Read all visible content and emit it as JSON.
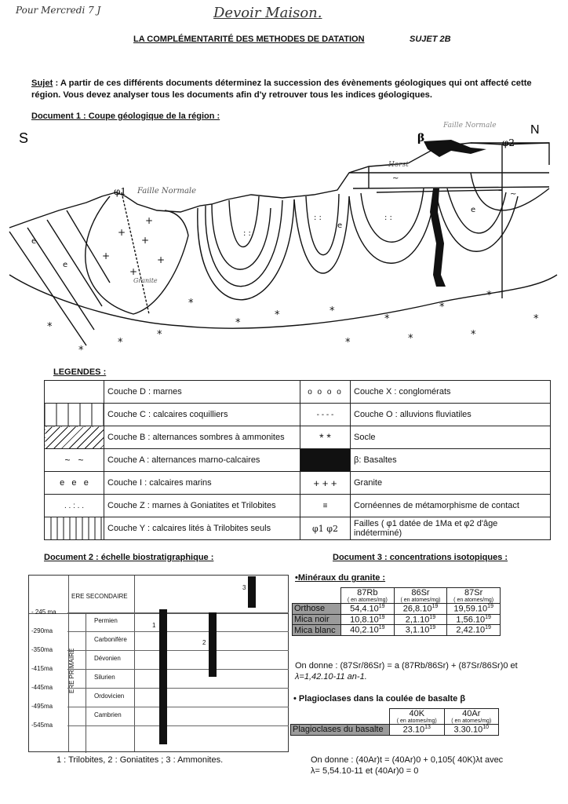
{
  "handwriting": {
    "left_note": "Pour Mercredi 7 J",
    "top_title": "Devoir Maison."
  },
  "header": {
    "title": "LA COMPLÉMENTARITÉ DES METHODES DE DATATION",
    "subject": "SUJET 2B"
  },
  "sujet": {
    "label": "Sujet",
    "text": " : A partir de ces différents documents déterminez la succession des évènements géologiques qui ont affecté cette région. Vous devez analyser tous les documents afin d'y retrouver tous les indices géologiques."
  },
  "doc1": {
    "title": "Document 1 : Coupe géologique de la région :",
    "s": "S",
    "n": "N",
    "beta": "β",
    "phi1": "φ1",
    "phi2": "φ2",
    "faille": "Faille Normale",
    "faille2": "Faille Normale",
    "horst": "Horst",
    "granite_note": "Granite"
  },
  "legend": {
    "title": "LEGENDES :",
    "rows": [
      [
        "Couche D : marnes",
        "Couche X : conglomérats"
      ],
      [
        "Couche C : calcaires coquilliers",
        "Couche O : alluvions fluviatiles"
      ],
      [
        "Couche B : alternances sombres à ammonites",
        "Socle"
      ],
      [
        "Couche A : alternances marno-calcaires",
        "β: Basaltes"
      ],
      [
        "Couche I : calcaires marins",
        "Granite"
      ],
      [
        "Couche Z : marnes à Goniatites et Trilobites",
        "Cornéennes de métamorphisme de contact"
      ],
      [
        "Couche Y : calcaires lités à Trilobites seuls",
        "Failles ( φ1 datée de 1Ma et φ2 d'âge indéterminé)"
      ]
    ],
    "phi_symbol": "φ1 φ2"
  },
  "doc2": {
    "title": "Document 2 : échelle biostratigraphique :",
    "ere_secondaire": "ERE SECONDAIRE",
    "ere_primaire": "ERE PRIMAIRE",
    "ages": [
      "- 245 ma",
      "-290ma",
      "-350ma",
      "-415ma",
      "-445ma",
      "-495ma",
      "-545ma"
    ],
    "periods": [
      "Permien",
      "Carbonifère",
      "Dévonien",
      "Silurien",
      "Ordovicien",
      "Cambrien"
    ],
    "n1": "1",
    "n2": "2",
    "n3": "3",
    "caption": "1 : Trilobites, 2 : Goniatites ; 3 : Ammonites."
  },
  "doc3": {
    "title": "Document 3 : concentrations isotopiques :",
    "granite": {
      "heading": "•Minéraux du granite :",
      "headers": [
        "87Rb",
        "86Sr",
        "87Sr"
      ],
      "unit": "( en atomes/mg)",
      "rows": [
        [
          "Orthose",
          "54,4.10",
          "19",
          "26,8.10",
          "19",
          "19,59.10",
          "19"
        ],
        [
          "Mica noir",
          "10,8.10",
          "19",
          "2,1.10",
          "19",
          "1,56.10",
          "19"
        ],
        [
          "Mica blanc",
          "40,2.10",
          "19",
          "3,1.10",
          "19",
          "2,42.10",
          "19"
        ]
      ],
      "formula": "On donne : (87Sr/86Sr) = a (87Rb/86Sr) + (87Sr/86Sr)0 et",
      "lambda": "λ=1,42.10-11 an-1."
    },
    "basalt": {
      "heading": "• Plagioclases dans la coulée de basalte β",
      "headers": [
        "40K",
        "40Ar"
      ],
      "unit1": "( en atomes/mg)",
      "unit2": "( en atomes/mg)",
      "row": [
        "Plagioclases du basalte",
        "23.10",
        "13",
        "3.30.10",
        "10"
      ],
      "formula": "On donne : (40Ar)t = (40Ar)0 + 0,105( 40K)λt   avec",
      "lambda": "λ= 5,54.10-11 et  (40Ar)0 = 0"
    }
  }
}
